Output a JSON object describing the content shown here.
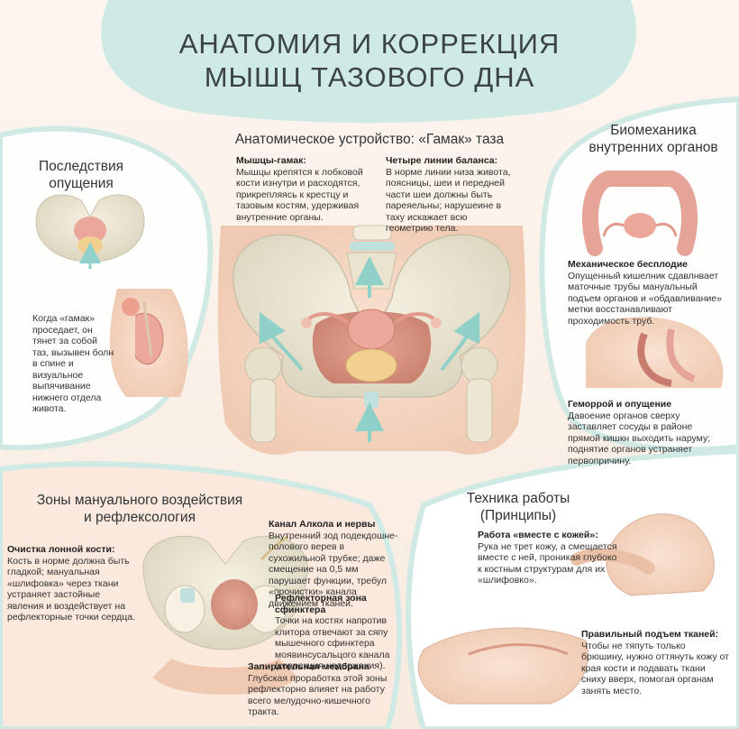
{
  "title": {
    "line1": "АНАТОМИЯ И КОРРЕКЦИЯ",
    "line2": "МЫШЦ ТАЗОВОГО ДНА"
  },
  "center": {
    "heading": "Анатомическое устройство: «Гамак» таза",
    "hammock_label": "Мышцы-гамак:",
    "hammock_text": "Мышцы крепятся к лобковой кости изнутри и расходятся, прикрепляясь к крестцу и тазовым костям, удерживая внутренние органы.",
    "lines_label": "Четыре линии баланса:",
    "lines_text": "В норме линии низа живота, поясницы, шеи и передней части шеи должны быть пареяельны; нарушеине в таху искажает всю геометрию тела."
  },
  "left_top": {
    "heading_line1": "Последствия",
    "heading_line2": "опущения",
    "text": "Когда «гамак» проседает, он тянет за собой таз, вызывен болн в спине и визуальное выпячивание нижнего отдела живота."
  },
  "right_top": {
    "heading_line1": "Биомеханика",
    "heading_line2": "внутренних органов",
    "mech_label": "Механическое бесплодие",
    "mech_text": "Опущенный кишелник сдавлнвает маточные трубы мануальный подъем органов и «обдавливание» метки восстанавливают проходимость труб.",
    "hem_label": "Геморрой и опущение",
    "hem_text": "Давоение органов сверху заставляет сосуды в районе прямой кишкн выходить наруму; поднятие органов устраняет первопричину."
  },
  "left_bottom": {
    "heading_line1": "Зоны мануального воздействия",
    "heading_line2": "и рефлексология",
    "pubic_label": "Очистка лонной кости:",
    "pubic_text": "Кость в норме должна быть гладкой; мануальная «шлифовка» через ткани устраняет застойные явления и воздействует на рефлекторные точки сердца.",
    "alcock_label": "Канал Алкола и нервы",
    "alcock_text": "Внутренний зод подекдошне-полового верев в сухожильной трубке; даже смещение на 0,5 мм парушает функции, требул «прочистки» канала движением тканей.",
    "sphincter_label": "Рефлекторная зона сфинктера",
    "sphincter_text": "Точки на костях напротив клитора отвечают за сяпу мышечного сфинктера моявинсусальцого канала (коррекция недержания).",
    "membrane_label": "Запирательная мембрана",
    "membrane_text": "Глубская проработка этой зоны рефлекторно влияет на работу всего мелудочно-кишечного тракта."
  },
  "right_bottom": {
    "heading_line1": "Техника работы",
    "heading_line2": "(Принципы)",
    "together_label": "Работа «вместе с кожей»:",
    "together_text": "Рука не трет кожу, а смещается вместе с ней, проникая глубоко к костным структурам для их «шлифовко».",
    "lift_label": "Правильный подъем тканей:",
    "lift_text": "Чтобы не тяпуть только брюшину, нужно оттянуть кожу от края кости и подавать ткани сниху вверх, помогая органам занять место."
  },
  "colors": {
    "mint": "#cfe9e5",
    "arrow": "#8fd0c9",
    "bone": "#efe9d6",
    "organ": "#e9a29a",
    "skin": "#f6d3bd"
  }
}
